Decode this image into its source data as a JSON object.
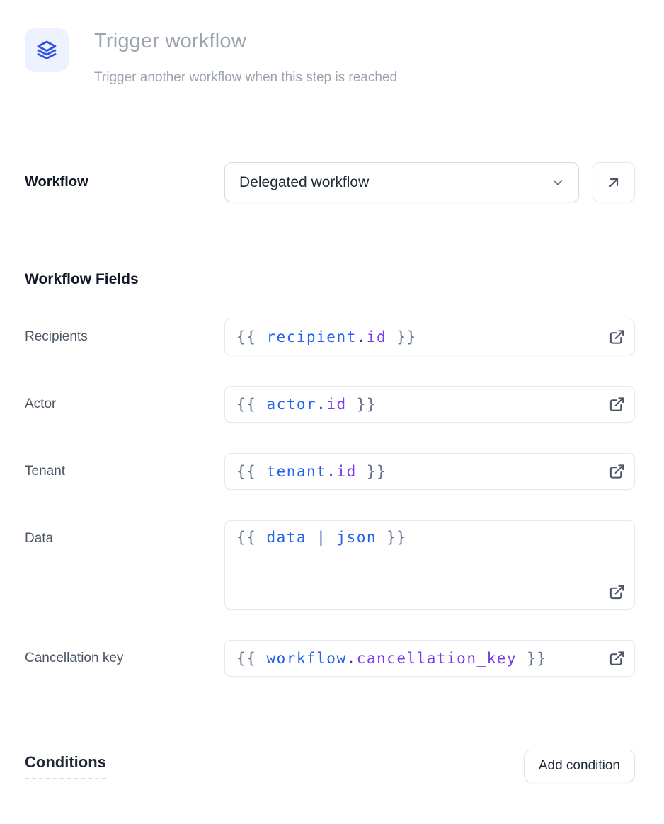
{
  "header": {
    "icon": "layers-icon",
    "title": "Trigger workflow",
    "subtitle": "Trigger another workflow when this step is reached"
  },
  "workflow": {
    "label": "Workflow",
    "selected_option": "Delegated workflow",
    "open_button_icon": "arrow-up-right-icon"
  },
  "workflow_fields": {
    "heading": "Workflow Fields",
    "fields": [
      {
        "label": "Recipients",
        "multiline": false,
        "value": "{{ recipient.id }}",
        "tokens": [
          {
            "text": "{{ ",
            "style": "brace"
          },
          {
            "text": "recipient",
            "style": "var"
          },
          {
            "text": ".",
            "style": "punct"
          },
          {
            "text": "id",
            "style": "prop"
          },
          {
            "text": " }}",
            "style": "brace"
          }
        ]
      },
      {
        "label": "Actor",
        "multiline": false,
        "value": "{{ actor.id }}",
        "tokens": [
          {
            "text": "{{ ",
            "style": "brace"
          },
          {
            "text": "actor",
            "style": "var"
          },
          {
            "text": ".",
            "style": "punct"
          },
          {
            "text": "id",
            "style": "prop"
          },
          {
            "text": " }}",
            "style": "brace"
          }
        ]
      },
      {
        "label": "Tenant",
        "multiline": false,
        "value": "{{ tenant.id }}",
        "tokens": [
          {
            "text": "{{ ",
            "style": "brace"
          },
          {
            "text": "tenant",
            "style": "var"
          },
          {
            "text": ".",
            "style": "punct"
          },
          {
            "text": "id",
            "style": "prop"
          },
          {
            "text": " }}",
            "style": "brace"
          }
        ]
      },
      {
        "label": "Data",
        "multiline": true,
        "value": "{{ data | json }}",
        "tokens": [
          {
            "text": "{{ ",
            "style": "brace"
          },
          {
            "text": "data",
            "style": "var"
          },
          {
            "text": " ",
            "style": "brace"
          },
          {
            "text": "|",
            "style": "punct"
          },
          {
            "text": " ",
            "style": "brace"
          },
          {
            "text": "json",
            "style": "var"
          },
          {
            "text": " }}",
            "style": "brace"
          }
        ]
      },
      {
        "label": "Cancellation key",
        "multiline": false,
        "value": "{{ workflow.cancellation_key }}",
        "tokens": [
          {
            "text": "{{ ",
            "style": "brace"
          },
          {
            "text": "workflow",
            "style": "var"
          },
          {
            "text": ".",
            "style": "punct"
          },
          {
            "text": "cancellation_key",
            "style": "prop"
          },
          {
            "text": " }}",
            "style": "brace"
          }
        ]
      }
    ]
  },
  "conditions": {
    "heading": "Conditions",
    "add_button_label": "Add condition"
  },
  "colors": {
    "icon_badge_bg": "#EEF2FF",
    "icon_badge_stroke": "#2F54E0",
    "token_brace": "#64748B",
    "token_variable": "#2563EB",
    "token_punctuation": "#1E40AF",
    "token_property": "#7C3AED",
    "muted_title": "#9CA3AF",
    "divider": "#E8EAEE"
  }
}
